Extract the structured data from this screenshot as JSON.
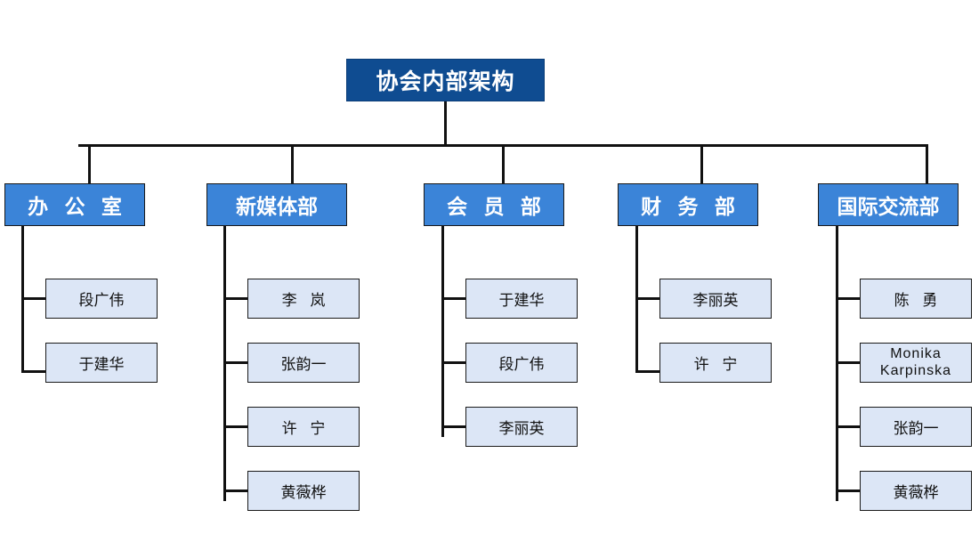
{
  "chart_title": "协会内部架构",
  "theme": {
    "root_fill": "#0f4c91",
    "dept_fill": "#3b84d8",
    "leaf_fill": "#dce6f6",
    "line_color": "#111111",
    "root_text": "#ffffff",
    "dept_text": "#ffffff",
    "leaf_text": "#111111",
    "page_background": "#ffffff"
  },
  "root": {
    "label": "协会内部架构"
  },
  "departments": [
    {
      "label": "办 公 室",
      "members": [
        {
          "name": "段广伟"
        },
        {
          "name": "于建华"
        }
      ]
    },
    {
      "label": "新媒体部",
      "members": [
        {
          "name": "李 岚"
        },
        {
          "name": "张韵一"
        },
        {
          "name": "许 宁"
        },
        {
          "name": "黄薇桦"
        }
      ]
    },
    {
      "label": "会 员 部",
      "members": [
        {
          "name": "于建华"
        },
        {
          "name": "段广伟"
        },
        {
          "name": "李丽英"
        }
      ]
    },
    {
      "label": "财 务 部",
      "members": [
        {
          "name": "李丽英"
        },
        {
          "name": "许 宁"
        }
      ]
    },
    {
      "label": "国际交流部",
      "members": [
        {
          "name": "陈 勇"
        },
        {
          "name": "Monika\nKarpinska"
        },
        {
          "name": "张韵一"
        },
        {
          "name": "黄薇桦"
        }
      ]
    }
  ]
}
